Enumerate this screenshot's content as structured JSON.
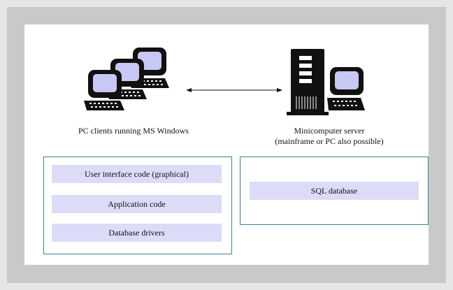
{
  "clients": {
    "caption": "PC clients running MS Windows",
    "layers": [
      "User interface code (graphical)",
      "Application code",
      "Database drivers"
    ]
  },
  "server": {
    "caption_line1": "Minicomputer server",
    "caption_line2": "(mainframe or PC also possible)",
    "layers": [
      "SQL database"
    ]
  },
  "colors": {
    "box_border": "#3f7f8a",
    "layer_fill": "#dcdcf8",
    "screen_fill": "#c8c8f4",
    "frame": "#c9c9c9"
  },
  "icons": [
    "pc-computer-icon",
    "tower-server-icon",
    "terminal-icon",
    "bidirectional-arrow-icon"
  ]
}
